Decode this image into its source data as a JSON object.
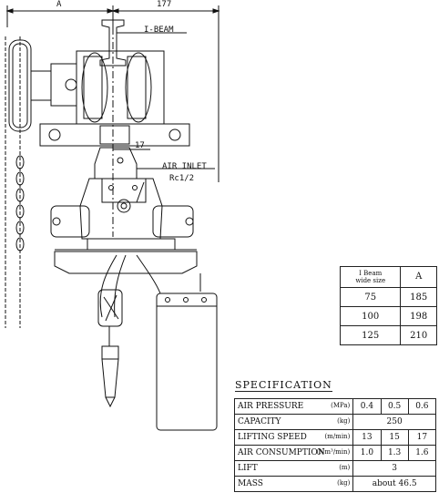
{
  "drawing": {
    "dim_a": "A",
    "dim_177": "177",
    "ibeam_label": "I-BEAM",
    "dim_17": "17",
    "air_inlet": "AIR INLET",
    "rc": "Rc1/2"
  },
  "beam_table": {
    "header_col1": [
      "I Beam",
      "wide size"
    ],
    "header_col2": "A",
    "rows": [
      [
        "75",
        "185"
      ],
      [
        "100",
        "198"
      ],
      [
        "125",
        "210"
      ]
    ]
  },
  "spec": {
    "title": "SPECIFICATION",
    "rows": [
      {
        "item": "AIR PRESSURE",
        "unit": "(MPa)",
        "values": [
          "0.4",
          "0.5",
          "0.6"
        ]
      },
      {
        "item": "CAPACITY",
        "unit": "(kg)",
        "merged": "250"
      },
      {
        "item": "LIFTING SPEED",
        "unit": "(m/min)",
        "values": [
          "13",
          "15",
          "17"
        ]
      },
      {
        "item": "AIR CONSUMPTION",
        "unit": "(Nm³/min)",
        "values": [
          "1.0",
          "1.3",
          "1.6"
        ]
      },
      {
        "item": "LIFT",
        "unit": "(m)",
        "merged": "3"
      },
      {
        "item": "MASS",
        "unit": "(kg)",
        "merged": "about 46.5"
      }
    ]
  }
}
